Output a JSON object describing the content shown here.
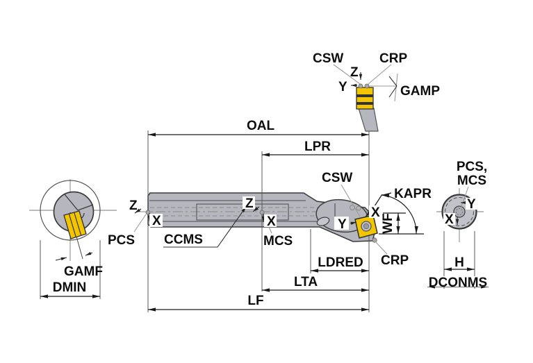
{
  "figure": "indexable-boring-bar-parameter-diagram",
  "colors": {
    "background": "#ffffff",
    "tool_body_gray": "#b6b6be",
    "insert_yellow": "#f2c500",
    "outline_dark": "#3a3a3a",
    "dimension_black": "#1a1a1a",
    "leader_gray": "#9a9a9a"
  },
  "views": {
    "insert_detail": {
      "csw": "CSW",
      "crp": "CRP",
      "z_axis": "Z",
      "y_axis": "Y",
      "gamp": "GAMP"
    },
    "front_view": {
      "gamf": "GAMF",
      "dmin": "DMIN"
    },
    "main_view": {
      "oal": "OAL",
      "lpr": "LPR",
      "csw": "CSW",
      "kapr": "KAPR",
      "wf": "WF",
      "pcs": "PCS",
      "ccms": "CCMS",
      "mcs": "MCS",
      "crp": "CRP",
      "ldred": "LDRED",
      "lta": "LTA",
      "lf": "LF",
      "z_axis": "Z",
      "x_axis": "X",
      "y_axis": "Y"
    },
    "back_view": {
      "pcs_mcs_line1": "PCS,",
      "pcs_mcs_line2": "MCS",
      "y_axis": "Y",
      "x_axis": "X",
      "h": "H",
      "dconms": "DCONMS"
    }
  }
}
